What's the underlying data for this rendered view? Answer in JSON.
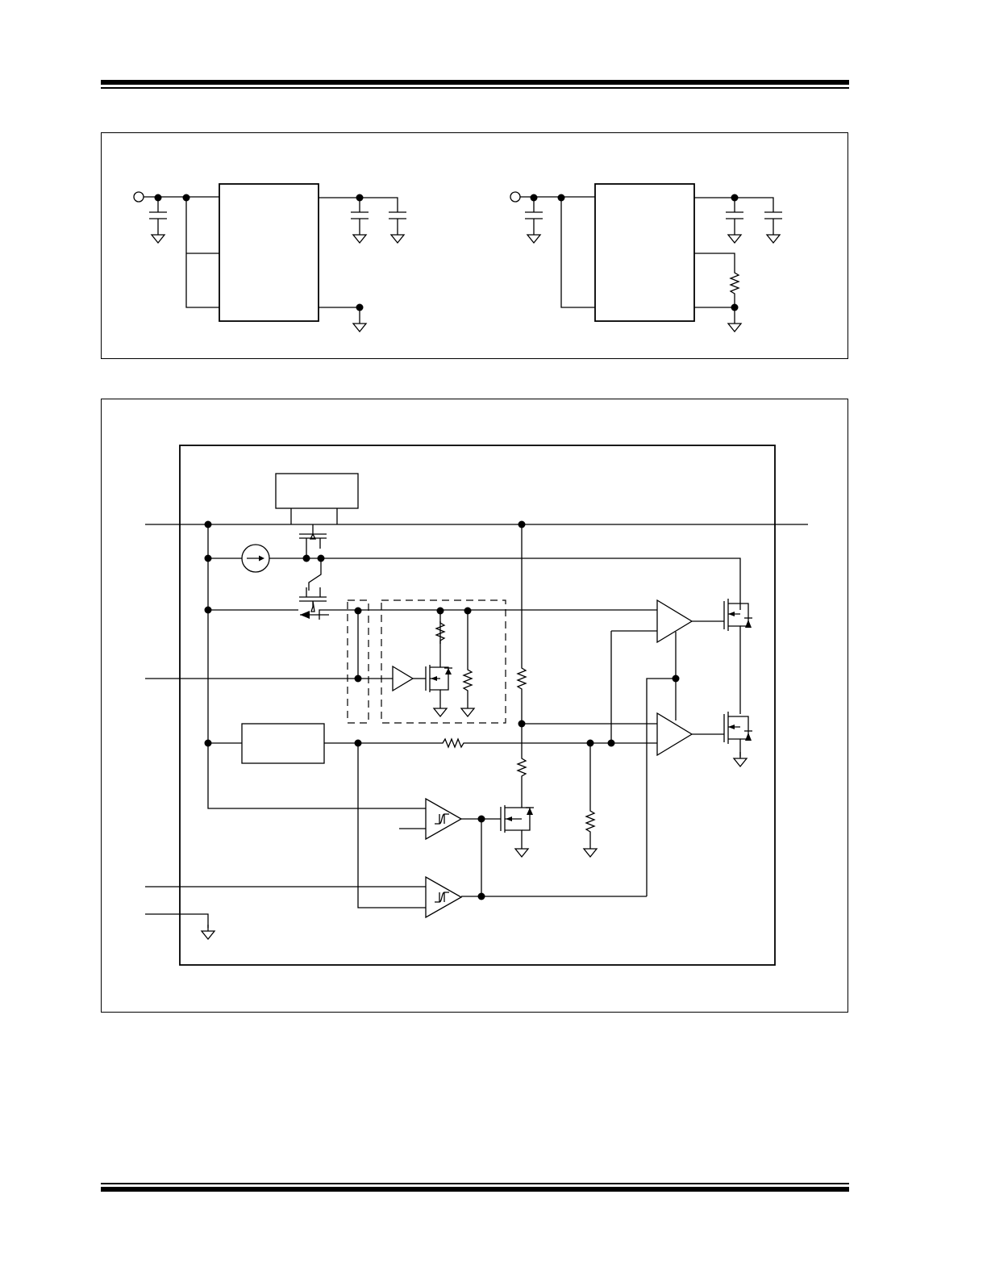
{
  "page": {
    "header_rules": true,
    "footer_rules": true
  },
  "figures": [
    {
      "name": "typical-application-circuits",
      "panels": 2
    },
    {
      "name": "functional-block-diagram"
    }
  ]
}
